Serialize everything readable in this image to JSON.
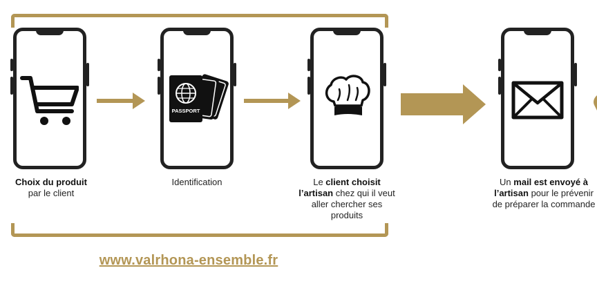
{
  "steps": [
    {
      "icon": "shopping-cart-icon",
      "caption_bold": "Choix du produit",
      "caption_rest": "par le client"
    },
    {
      "icon": "passport-icon",
      "caption": "Identification",
      "passport_label": "PASSPORT"
    },
    {
      "icon": "chef-hat-icon",
      "caption_pre": "Le ",
      "caption_bold": "client choisit l’artisan",
      "caption_rest": " chez qui il veut aller chercher ses produits"
    },
    {
      "icon": "envelope-icon",
      "caption_pre": "Un ",
      "caption_bold": "mail est envoyé à l’artisan",
      "caption_rest": " pour le prévenir de préparer la commande"
    }
  ],
  "footer": {
    "link_text": "www.valrhona-ensemble.fr"
  },
  "colors": {
    "accent": "#b39655",
    "phone": "#222222"
  }
}
